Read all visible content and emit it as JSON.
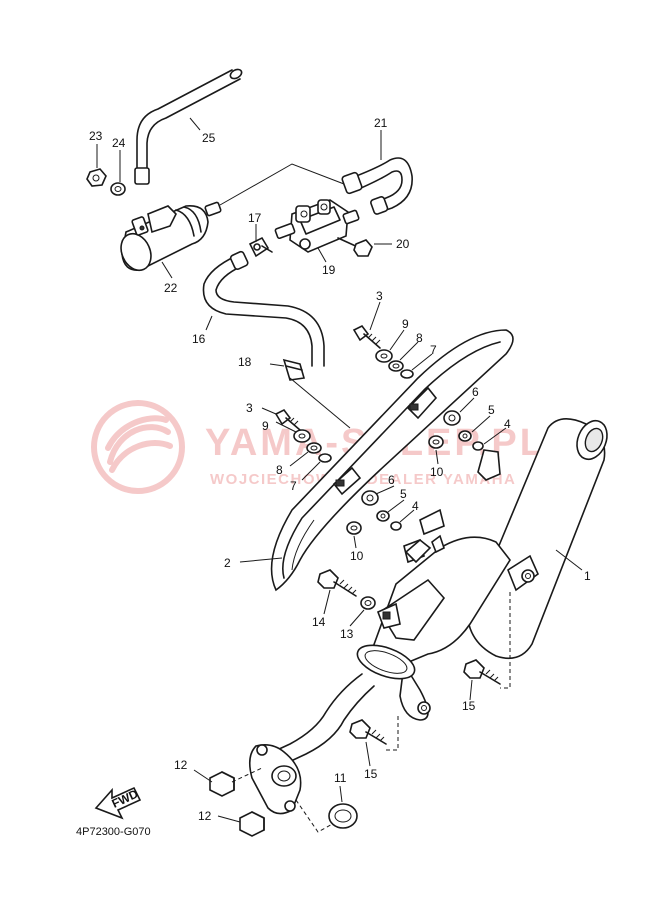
{
  "diagram_code": "4P72300-G070",
  "fwd_label": "FWD",
  "watermark": {
    "line1": "YAMA-SKLEP.PL",
    "line2": "WOJCIECHOWSKI DEALER YAMAHA",
    "color": "#f2b8b8"
  },
  "callouts": [
    {
      "id": "c25",
      "label": "25"
    },
    {
      "id": "c23",
      "label": "23"
    },
    {
      "id": "c24",
      "label": "24"
    },
    {
      "id": "c21",
      "label": "21"
    },
    {
      "id": "c17",
      "label": "17"
    },
    {
      "id": "c20",
      "label": "20"
    },
    {
      "id": "c19",
      "label": "19"
    },
    {
      "id": "c22",
      "label": "22"
    },
    {
      "id": "c16",
      "label": "16"
    },
    {
      "id": "c3a",
      "label": "3"
    },
    {
      "id": "c9a",
      "label": "9"
    },
    {
      "id": "c8a",
      "label": "8"
    },
    {
      "id": "c7a",
      "label": "7"
    },
    {
      "id": "c18",
      "label": "18"
    },
    {
      "id": "c6a",
      "label": "6"
    },
    {
      "id": "c5a",
      "label": "5"
    },
    {
      "id": "c4a",
      "label": "4"
    },
    {
      "id": "c3b",
      "label": "3"
    },
    {
      "id": "c9b",
      "label": "9"
    },
    {
      "id": "c10a",
      "label": "10"
    },
    {
      "id": "c8b",
      "label": "8"
    },
    {
      "id": "c7b",
      "label": "7"
    },
    {
      "id": "c6b",
      "label": "6"
    },
    {
      "id": "c5b",
      "label": "5"
    },
    {
      "id": "c4b",
      "label": "4"
    },
    {
      "id": "c1",
      "label": "1"
    },
    {
      "id": "c2",
      "label": "2"
    },
    {
      "id": "c10b",
      "label": "10"
    },
    {
      "id": "c14",
      "label": "14"
    },
    {
      "id": "c13",
      "label": "13"
    },
    {
      "id": "c15a",
      "label": "15"
    },
    {
      "id": "c15b",
      "label": "15"
    },
    {
      "id": "c12a",
      "label": "12"
    },
    {
      "id": "c11",
      "label": "11"
    },
    {
      "id": "c12b",
      "label": "12"
    }
  ]
}
